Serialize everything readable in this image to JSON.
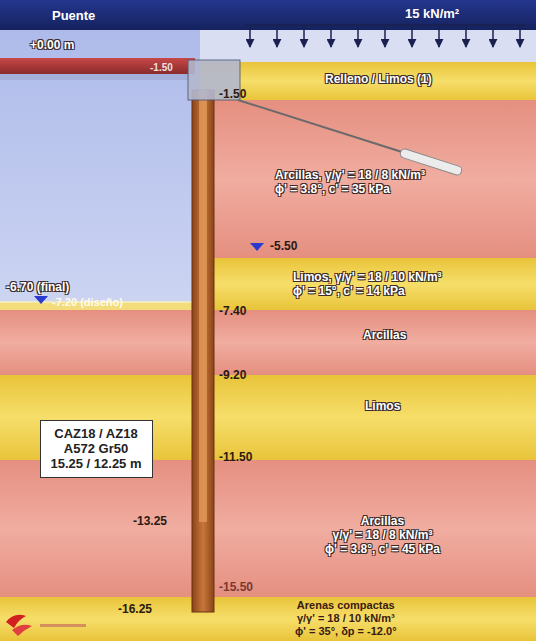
{
  "diagram": {
    "nodes": [
      {
        "text": [
          "Relleno / Limos (1)"
        ]
      },
      {
        "text": [
          "Arcillas, γ/γ' = 18 / 8 kN/m³",
          "ϕ' = 3.8°, c' = 35 kPa"
        ]
      },
      {
        "text": [
          "Limos, γ/γ' = 18 / 10 kN/m³",
          "ϕ' = 15°, c' = 14 kPa"
        ]
      },
      {
        "text": [
          "Arcillas"
        ]
      },
      {
        "text": [
          "Limos"
        ]
      },
      {
        "text": [
          "Arcillas",
          "γ/γ' = 18 / 8 kN/m³",
          "ϕ' = 3.8°, c' = 45 kPa"
        ]
      },
      {
        "text": [
          "Arenas compactas",
          "γ/γ' = 18 / 10 kN/m³",
          "ϕ' = 35°, δp = -12.0°"
        ]
      },
      {
        "text": [
          "CAZ18 / AZ18",
          "A572 Gr50",
          "15.25 / 12.25 m"
        ]
      }
    ],
    "labels": [
      "15 kN/m²",
      "Puente",
      "+0.00 m",
      "-1.50",
      "-1.50",
      "-5.50",
      "-6.70 (final)",
      "-7.20 (diseño)",
      "-7.40",
      "-9.20",
      "-11.50",
      "-13.25",
      "-15.50",
      "-16.25"
    ]
  }
}
